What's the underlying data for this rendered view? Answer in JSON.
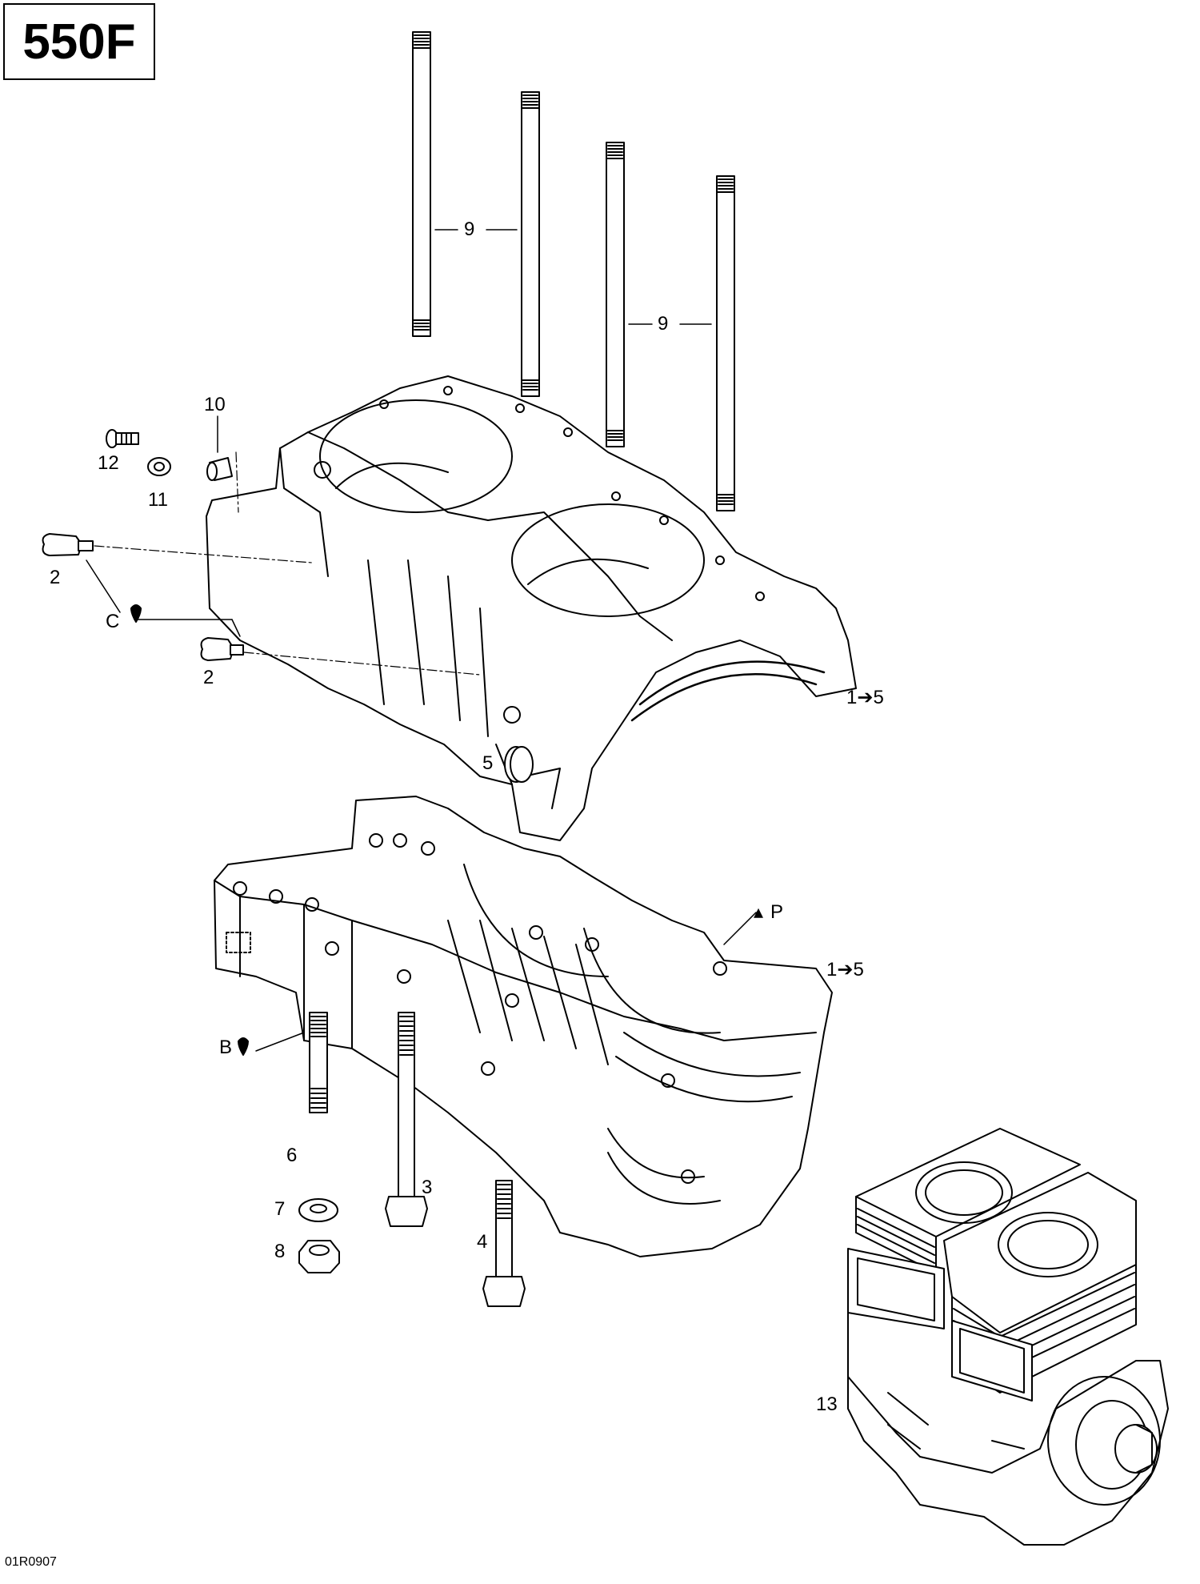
{
  "model_label": "550F",
  "reference_code": "01R0907",
  "callouts": {
    "stud_upper_left": "9",
    "stud_right": "9",
    "plug": "10",
    "screw": "12",
    "washer_small": "11",
    "fitting_upper": "2",
    "fitting_lower": "2",
    "compound_c": "C",
    "assembly_upper": "1➔5",
    "seal": "5",
    "compound_p": "P",
    "assembly_lower": "1➔5",
    "compound_b": "B",
    "stud_bottom": "6",
    "lock_washer": "7",
    "nut": "8",
    "bolt_long": "3",
    "bolt_short": "4",
    "engine": "13"
  }
}
